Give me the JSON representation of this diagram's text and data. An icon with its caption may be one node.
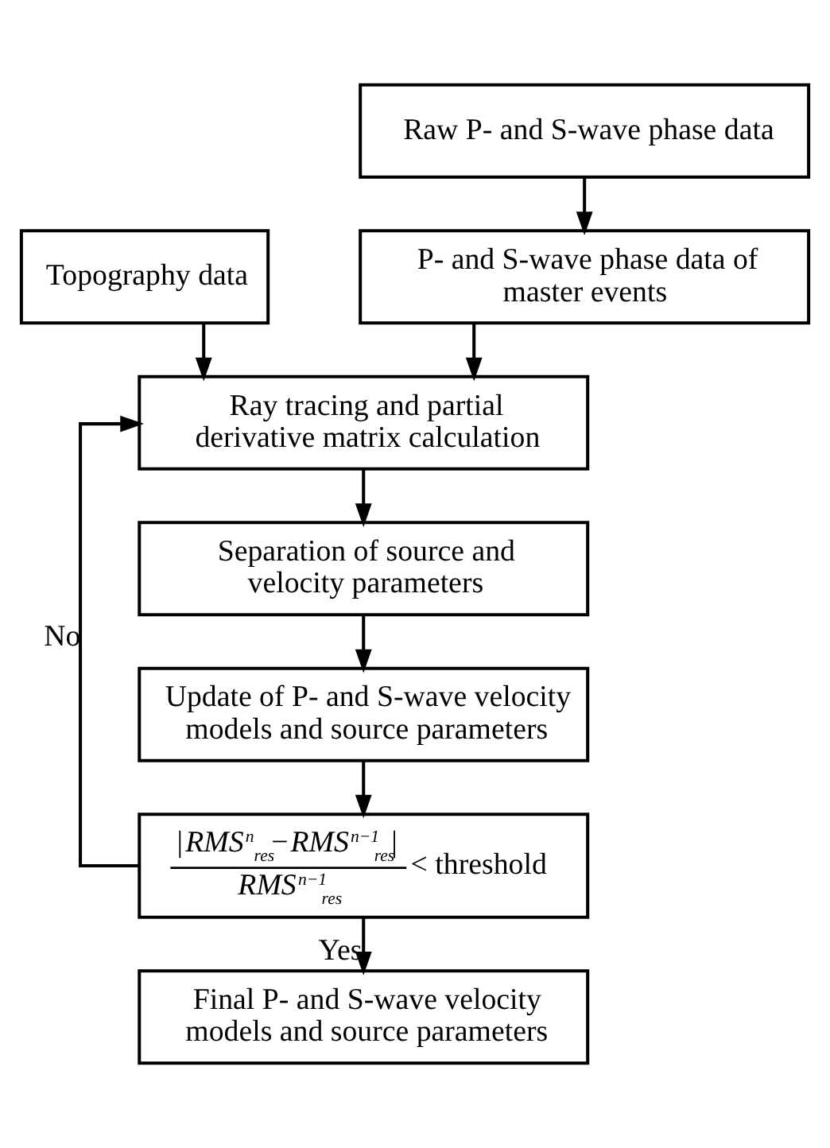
{
  "diagram": {
    "nodes": [
      {
        "text": [
          "Raw P- and S-wave phase data"
        ]
      },
      {
        "text": [
          "P- and S-wave phase data of master events"
        ]
      },
      {
        "text": [
          "Topography data"
        ]
      },
      {
        "text": [
          "Ray tracing and partial derivative matrix calculation"
        ]
      },
      {
        "text": [
          "Separation of source and velocity parameters"
        ]
      },
      {
        "text": [
          "Update of P- and S-wave velocity models and source parameters"
        ]
      },
      {
        "text": [
          "|*RMS*$^{n}$$_{res}$−*RMS*$^{n−1}$$_{res}$|",
          "*RMS*$^{n−1}$$_{res}$",
          "< threshold"
        ]
      },
      {
        "text": [
          "Final P- and S-wave velocity models and source parameters"
        ]
      }
    ],
    "edges": [
      {
        "from": 0,
        "to": 1,
        "arrow": "to"
      },
      {
        "from": 1,
        "to": 3,
        "arrow": "to"
      },
      {
        "from": 2,
        "to": 3,
        "arrow": "to"
      },
      {
        "from": 3,
        "to": 4,
        "arrow": "to"
      },
      {
        "from": 4,
        "to": 5,
        "arrow": "to"
      },
      {
        "from": 5,
        "to": 6,
        "arrow": "to"
      },
      {
        "from": 6,
        "to": 3,
        "arrow": "to",
        "label": "No"
      },
      {
        "from": 6,
        "to": 7,
        "arrow": "to",
        "label": "Yes"
      }
    ]
  }
}
